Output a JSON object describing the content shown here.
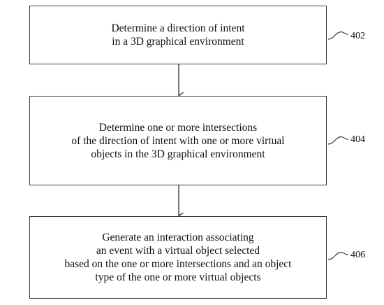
{
  "steps": [
    {
      "text": "Determine a direction of intent\nin a 3D graphical environment",
      "ref": "402"
    },
    {
      "text": "Determine one or more intersections\nof the direction of intent with one or more virtual\nobjects in the 3D graphical environment",
      "ref": "404"
    },
    {
      "text": "Generate an interaction associating\nan event with a virtual object selected\nbased on the one or more intersections and an object\ntype of the one or more virtual objects",
      "ref": "406"
    }
  ],
  "colors": {
    "line": "#3a3a3a",
    "text": "#111111",
    "background": "#ffffff"
  }
}
